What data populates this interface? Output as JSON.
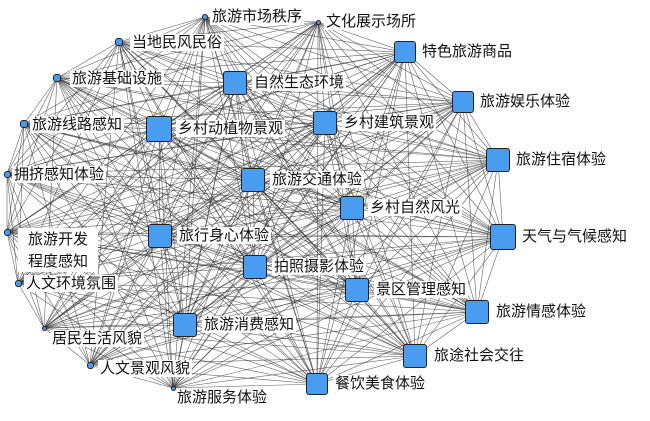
{
  "diagram": {
    "type": "network",
    "node_color": "#4a9cf0",
    "edge_color": "#333333",
    "nodes": [
      {
        "label": "旅游市场秩序",
        "size": "small"
      },
      {
        "label": "文化展示场所",
        "size": "small"
      },
      {
        "label": "当地民风民俗",
        "size": "small"
      },
      {
        "label": "特色旅游商品",
        "size": "large"
      },
      {
        "label": "旅游基础设施",
        "size": "small"
      },
      {
        "label": "自然生态环境",
        "size": "large"
      },
      {
        "label": "旅游娱乐体验",
        "size": "large"
      },
      {
        "label": "旅游线路感知",
        "size": "small"
      },
      {
        "label": "乡村动植物景观",
        "size": "large"
      },
      {
        "label": "乡村建筑景观",
        "size": "large"
      },
      {
        "label": "旅游住宿体验",
        "size": "large"
      },
      {
        "label": "拥挤感知体验",
        "size": "small"
      },
      {
        "label": "旅游交通体验",
        "size": "large"
      },
      {
        "label": "乡村自然风光",
        "size": "large"
      },
      {
        "label": "天气与气候感知",
        "size": "large"
      },
      {
        "label": "旅游开发程度感知",
        "size": "small"
      },
      {
        "label": "旅行身心体验",
        "size": "large"
      },
      {
        "label": "拍照摄影体验",
        "size": "large"
      },
      {
        "label": "景区管理感知",
        "size": "large"
      },
      {
        "label": "人文环境氛围",
        "size": "small"
      },
      {
        "label": "旅游情感体验",
        "size": "large"
      },
      {
        "label": "旅游消费感知",
        "size": "large"
      },
      {
        "label": "居民生活风貌",
        "size": "small"
      },
      {
        "label": "旅途社会交往",
        "size": "large"
      },
      {
        "label": "人文景观风貌",
        "size": "small"
      },
      {
        "label": "餐饮美食体验",
        "size": "large"
      },
      {
        "label": "旅游服务体验",
        "size": "small"
      }
    ]
  }
}
